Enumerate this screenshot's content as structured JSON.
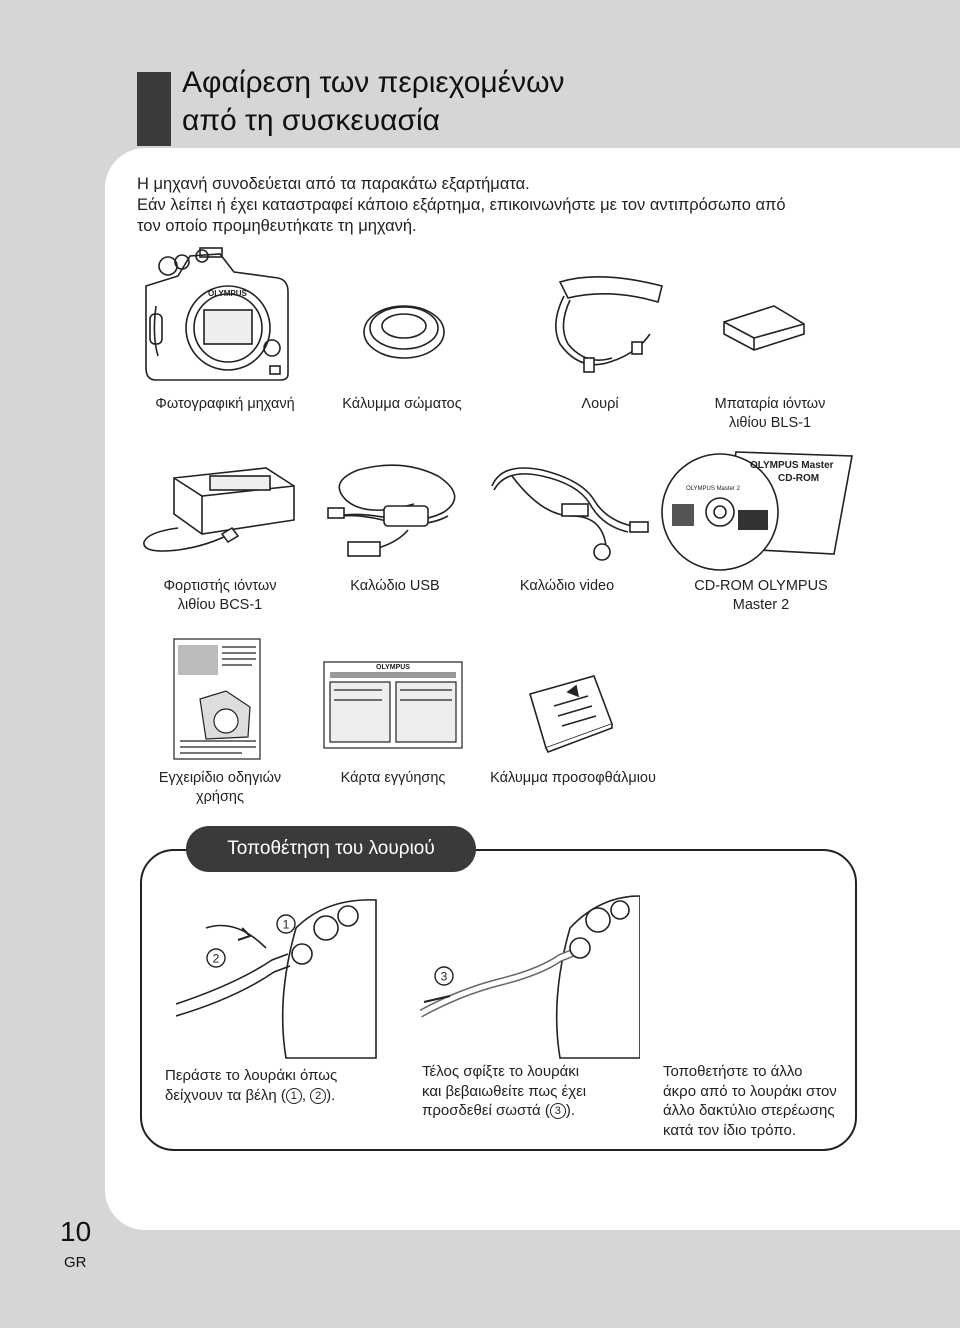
{
  "page": {
    "title_line1": "Αφαίρεση των περιεχομένων",
    "title_line2": "από τη συσκευασία",
    "page_number": "10",
    "language": "GR"
  },
  "intro": {
    "line1": "Η μηχανή συνοδεύεται από τα παρακάτω εξαρτήματα.",
    "line2": "Εάν λείπει ή έχει καταστραφεί κάποιο εξάρτημα, επικοινωνήστε με τον αντιπρόσωπο από",
    "line3": "τον οποίο προμηθευτήκατε τη μηχανή."
  },
  "items": {
    "camera": "Φωτογραφική μηχανή",
    "body_cap": "Κάλυμμα σώματος",
    "strap": "Λουρί",
    "battery_l1": "Μπαταρία ιόντων",
    "battery_l2": "λιθίου BLS-1",
    "charger_l1": "Φορτιστής ιόντων",
    "charger_l2": "λιθίου BCS-1",
    "usb": "Καλώδιο USB",
    "video": "Καλώδιο video",
    "cdrom_l1": "CD-ROM OLYMPUS",
    "cdrom_l2": "Master 2",
    "manual_l1": "Εγχειρίδιο οδηγιών",
    "manual_l2": "χρήσης",
    "warranty": "Κάρτα εγγύησης",
    "eyecup": "Κάλυμμα προσοφθάλμιου"
  },
  "illustration_text": {
    "camera_brand": "OLYMPUS",
    "cd_sleeve_l1": "OLYMPUS Master",
    "cd_sleeve_l2": "CD-ROM",
    "cd_label": "OLYMPUS Master 2",
    "card_brand": "OLYMPUS",
    "callout_1": "1",
    "callout_2": "2",
    "callout_3": "3"
  },
  "strap_section": {
    "title": "Τοποθέτηση του λουριού",
    "step1_l1": "Περάστε το λουράκι όπως",
    "step1_l2a": "δείχνουν τα βέλη (",
    "step1_c1": "1",
    "step1_sep": ", ",
    "step1_c2": "2",
    "step1_end": ").",
    "step2_l1": "Τέλος σφίξτε το λουράκι",
    "step2_l2": "και βεβαιωθείτε πως έχει",
    "step2_l3a": "προσδεθεί σωστά (",
    "step2_c3": "3",
    "step2_end": ").",
    "step3_l1": "Τοποθετήστε το άλλο",
    "step3_l2": "άκρο από το λουράκι στον",
    "step3_l3": "άλλο δακτύλιο στερέωσης",
    "step3_l4": "κατά τον ίδιο τρόπο."
  }
}
